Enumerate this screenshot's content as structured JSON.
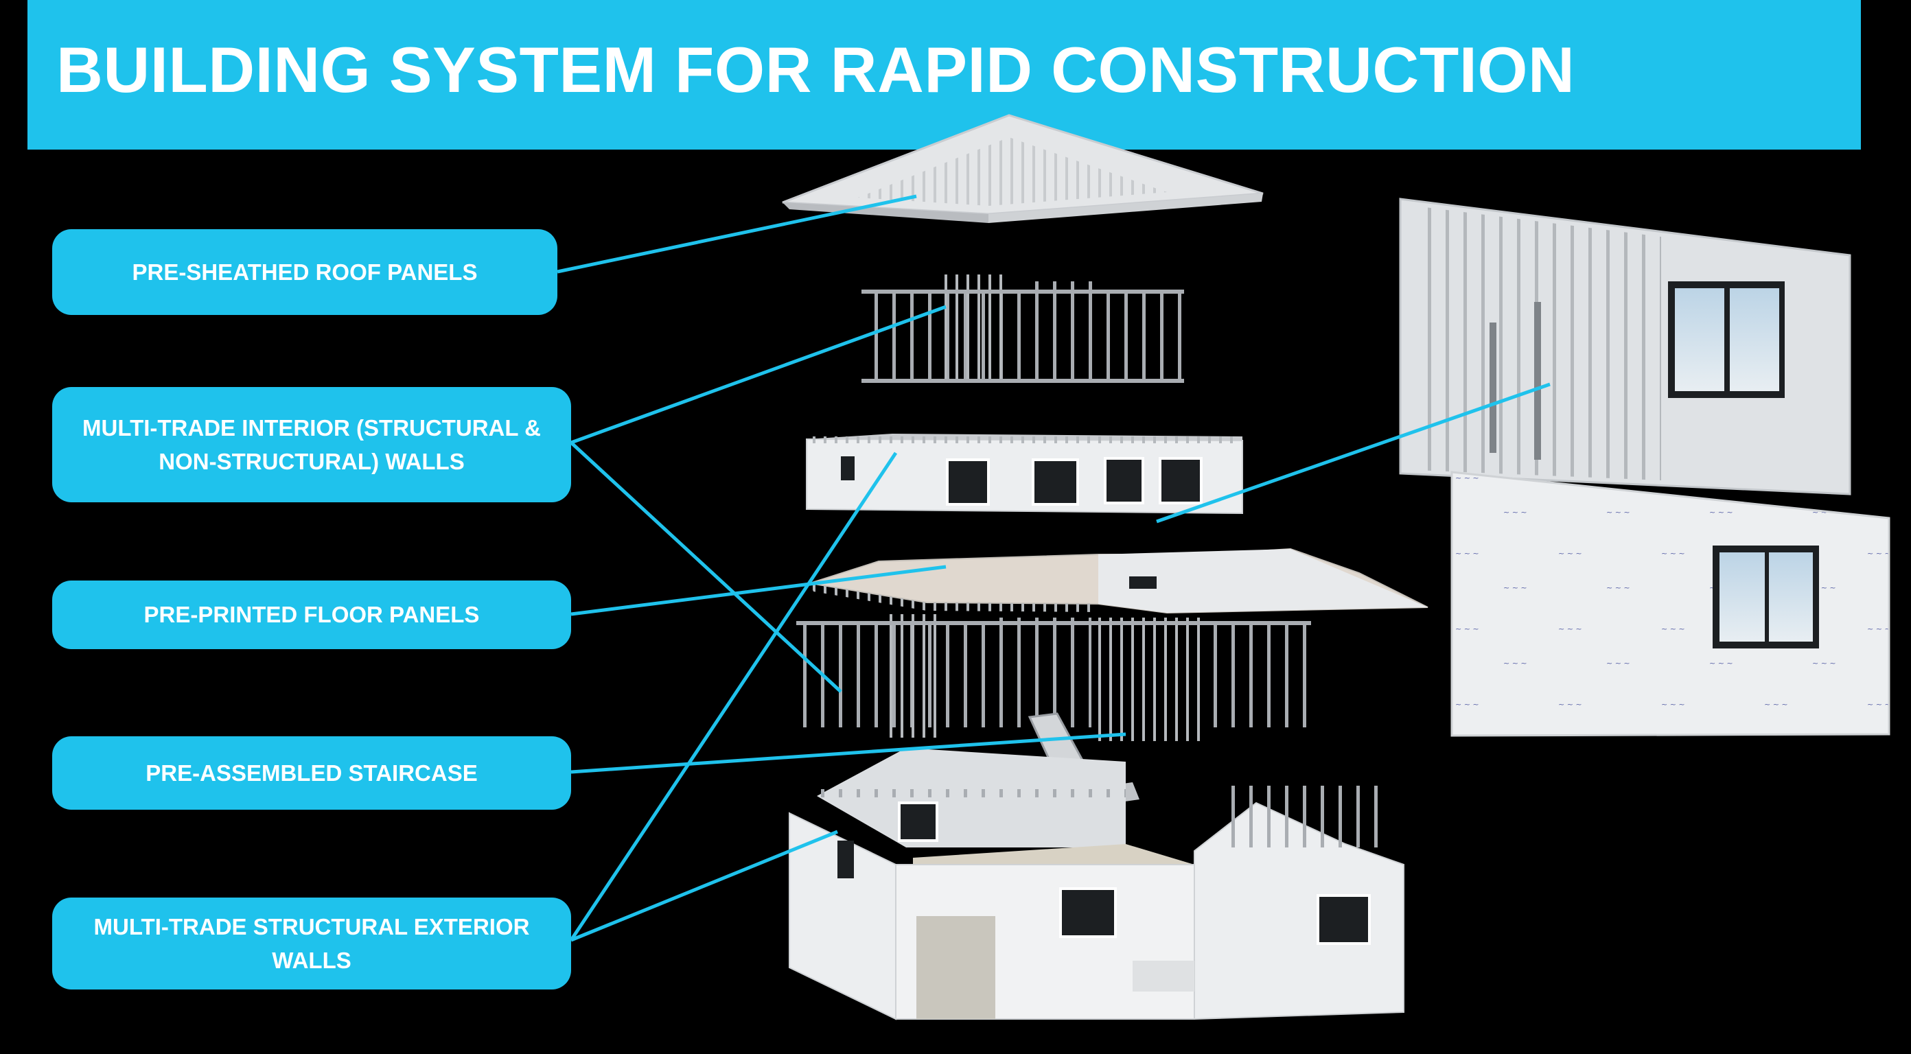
{
  "header": {
    "title": "BUILDING SYSTEM FOR RAPID CONSTRUCTION"
  },
  "callouts": [
    {
      "label": "PRE-SHEATHED ROOF PANELS"
    },
    {
      "label": "MULTI-TRADE INTERIOR (STRUCTURAL & NON-STRUCTURAL) WALLS"
    },
    {
      "label": "PRE-PRINTED FLOOR PANELS"
    },
    {
      "label": "PRE-ASSEMBLED STAIRCASE"
    },
    {
      "label": "MULTI-TRADE STRUCTURAL EXTERIOR WALLS"
    }
  ],
  "colors": {
    "accent": "#1fc2ec",
    "background": "#000000",
    "panel": "#e6e8ea",
    "frame": "#9a9ea3",
    "window": "#1c1f22"
  }
}
